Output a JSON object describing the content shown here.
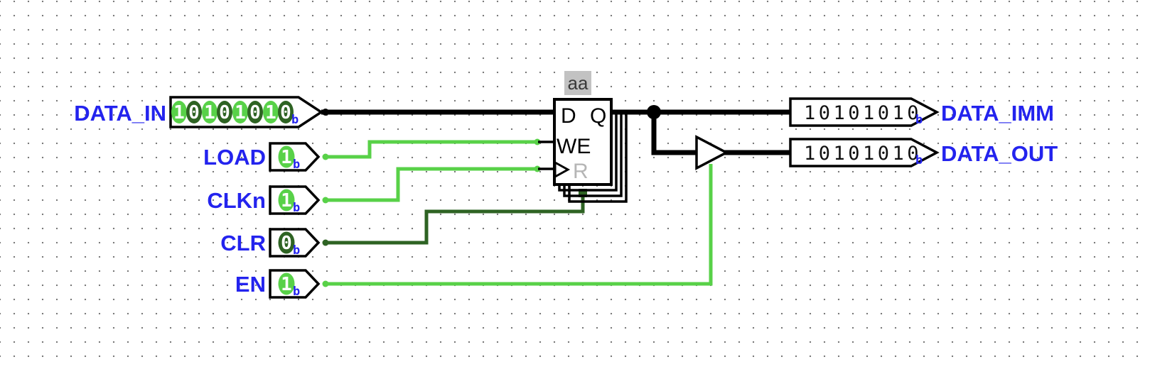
{
  "canvas": {
    "kind": "logic-circuit-editor-canvas"
  },
  "colors": {
    "label_blue": "#2323ee",
    "wire_high_green": "#58d148",
    "wire_low_green": "#2e6323",
    "wire_bus_black": "#000000",
    "grid_dot_gray": "#7a7a7a",
    "component_label_bg": "#c2c2c2",
    "inactive_port_gray": "#b5b5b5"
  },
  "register": {
    "label": "aa",
    "ports": {
      "d": "D",
      "q": "Q",
      "we": "WE",
      "reset": "R"
    }
  },
  "inputs": [
    {
      "id": "data_in",
      "label": "DATA_IN",
      "value": "10101010",
      "radix": "b",
      "bits": [
        "1",
        "0",
        "1",
        "0",
        "1",
        "0",
        "1",
        "0"
      ]
    },
    {
      "id": "load",
      "label": "LOAD",
      "value": "1",
      "radix": "b"
    },
    {
      "id": "clkn",
      "label": "CLKn",
      "value": "1",
      "radix": "b"
    },
    {
      "id": "clr",
      "label": "CLR",
      "value": "0",
      "radix": "b"
    },
    {
      "id": "en",
      "label": "EN",
      "value": "1",
      "radix": "b"
    }
  ],
  "outputs": [
    {
      "id": "data_imm",
      "label": "DATA_IMM",
      "value": "10101010",
      "radix": "b"
    },
    {
      "id": "data_out",
      "label": "DATA_OUT",
      "value": "10101010",
      "radix": "b"
    }
  ]
}
